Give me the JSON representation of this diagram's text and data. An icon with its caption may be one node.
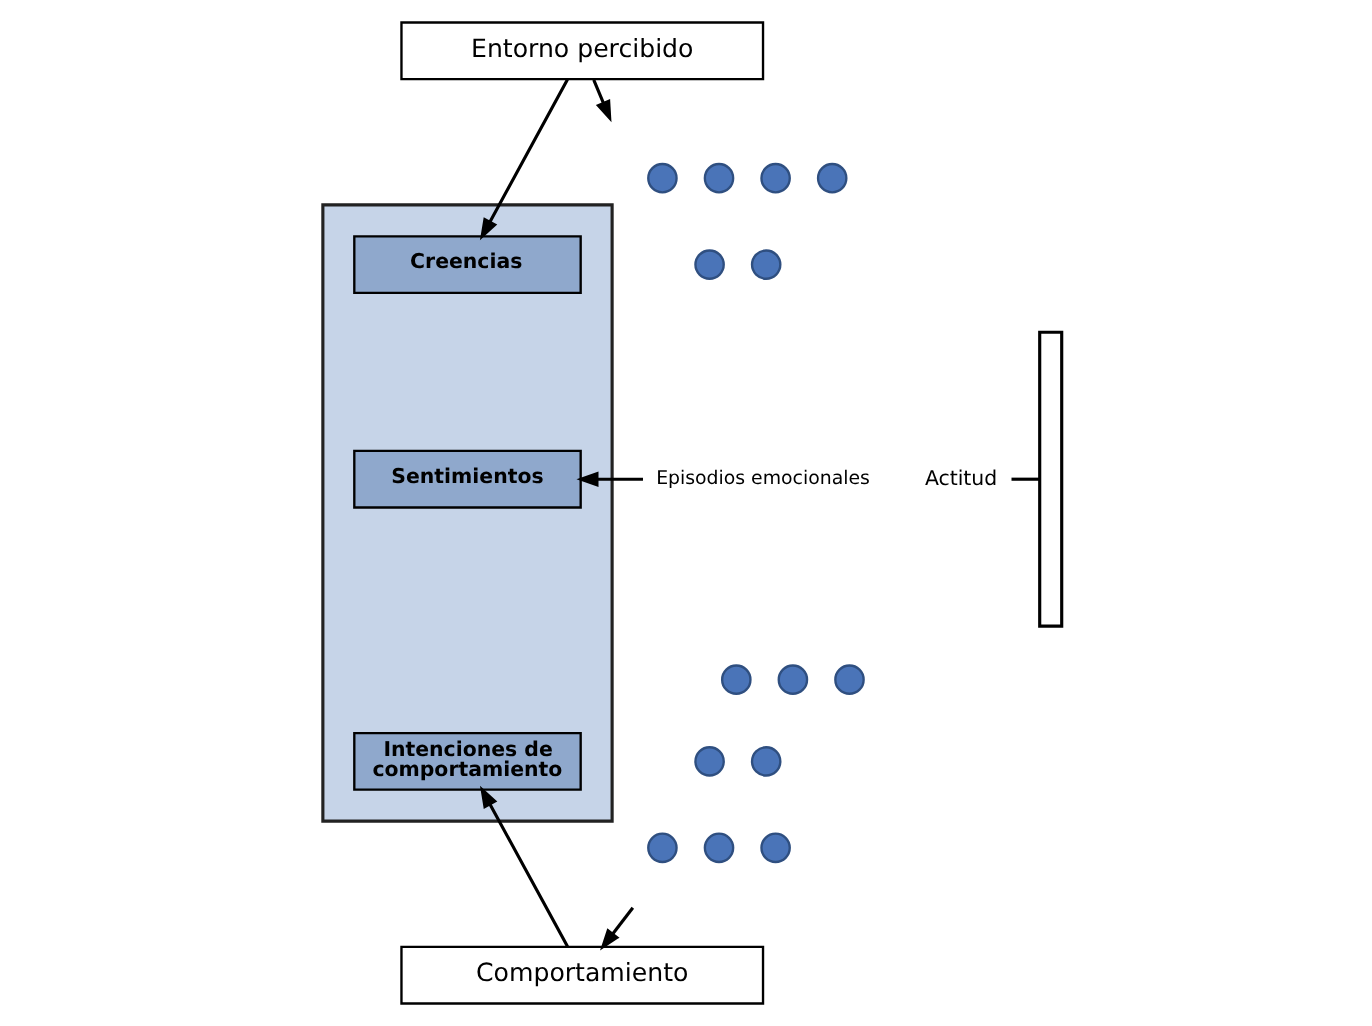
{
  "diagram": {
    "nodes": [
      {
        "text": [
          "Entorno percibido"
        ]
      },
      {
        "text": [],
        "shape": "box"
      },
      {
        "text": [
          "Creencias"
        ],
        "in": 1
      },
      {
        "text": [
          "Sentimientos"
        ],
        "in": 1
      },
      {
        "text": [
          "Intenciones de comportamiento"
        ],
        "in": 1
      },
      {
        "text": [],
        "shape": "bar"
      },
      {
        "text": [
          "Actitud"
        ]
      },
      {
        "text": [],
        "shape": "circle"
      },
      {
        "text": [],
        "shape": "circle"
      },
      {
        "text": [],
        "shape": "circle"
      },
      {
        "text": [],
        "shape": "circle"
      },
      {
        "text": [],
        "shape": "circle"
      },
      {
        "text": [],
        "shape": "circle"
      },
      {
        "text": [
          "Episodios emocionales"
        ]
      },
      {
        "text": [],
        "shape": "circle"
      },
      {
        "text": [],
        "shape": "circle"
      },
      {
        "text": [],
        "shape": "circle"
      },
      {
        "text": [],
        "shape": "circle"
      },
      {
        "text": [],
        "shape": "circle"
      },
      {
        "text": [],
        "shape": "circle"
      },
      {
        "text": [],
        "shape": "circle"
      },
      {
        "text": [],
        "shape": "circle"
      },
      {
        "text": [
          "Comportamiento"
        ]
      }
    ],
    "edges": [
      {
        "from": 0,
        "to": 2,
        "arrow": "to"
      },
      {
        "from": 0,
        "to": null,
        "arrow": "to"
      },
      {
        "from": 13,
        "to": 3,
        "arrow": "to"
      },
      {
        "from": 6,
        "to": 5,
        "arrow": "none"
      },
      {
        "from": null,
        "to": 22,
        "arrow": "to"
      },
      {
        "from": 22,
        "to": 4,
        "arrow": "to"
      }
    ]
  }
}
